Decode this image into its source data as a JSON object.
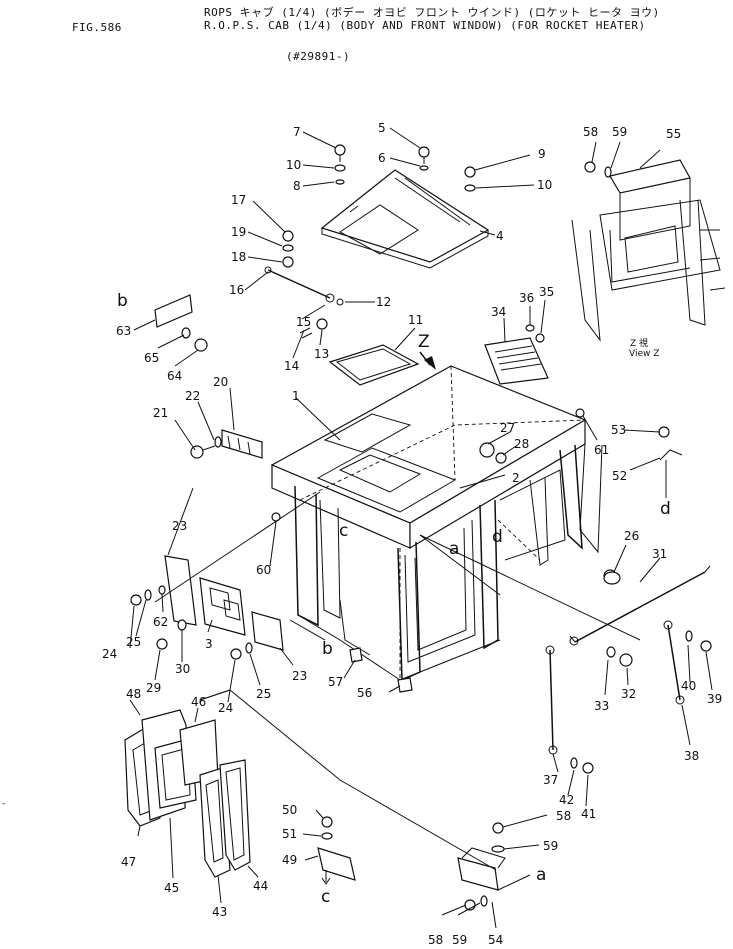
{
  "header": {
    "fig": "FIG.586",
    "line1": "ROPS キャブ (1/4) (ボデー オヨビ フロント ウインド) (ロケット ヒータ ヨウ)",
    "line2": "R.O.P.S. CAB (1/4) (BODY AND FRONT WINDOW) (FOR ROCKET HEATER)",
    "serial": "(#29891-)"
  },
  "view": {
    "letter": "Z",
    "caption1": "Z 視",
    "caption2": "View Z"
  },
  "letters": {
    "a": "a",
    "b": "b",
    "c": "c",
    "d": "d",
    "z": "Z"
  },
  "parts": {
    "p1": "1",
    "p2": "2",
    "p3": "3",
    "p4": "4",
    "p5": "5",
    "p6": "6",
    "p7": "7",
    "p8": "8",
    "p9": "9",
    "p10": "10",
    "p11": "11",
    "p12": "12",
    "p13": "13",
    "p14": "14",
    "p15": "15",
    "p16": "16",
    "p17": "17",
    "p18": "18",
    "p19": "19",
    "p20": "20",
    "p21": "21",
    "p22": "22",
    "p23": "23",
    "p24": "24",
    "p25": "25",
    "p26": "26",
    "p27": "27",
    "p28": "28",
    "p29": "29",
    "p30": "30",
    "p31": "31",
    "p32": "32",
    "p33": "33",
    "p34": "34",
    "p35": "35",
    "p36": "36",
    "p37": "37",
    "p38": "38",
    "p39": "39",
    "p40": "40",
    "p41": "41",
    "p42": "42",
    "p43": "43",
    "p44": "44",
    "p45": "45",
    "p46": "46",
    "p47": "47",
    "p48": "48",
    "p49": "49",
    "p50": "50",
    "p51": "51",
    "p52": "52",
    "p53": "53",
    "p54": "54",
    "p55": "55",
    "p56": "56",
    "p57": "57",
    "p58": "58",
    "p59": "59",
    "p60": "60",
    "p61": "61",
    "p62": "62",
    "p63": "63",
    "p64": "64",
    "p65": "65"
  }
}
